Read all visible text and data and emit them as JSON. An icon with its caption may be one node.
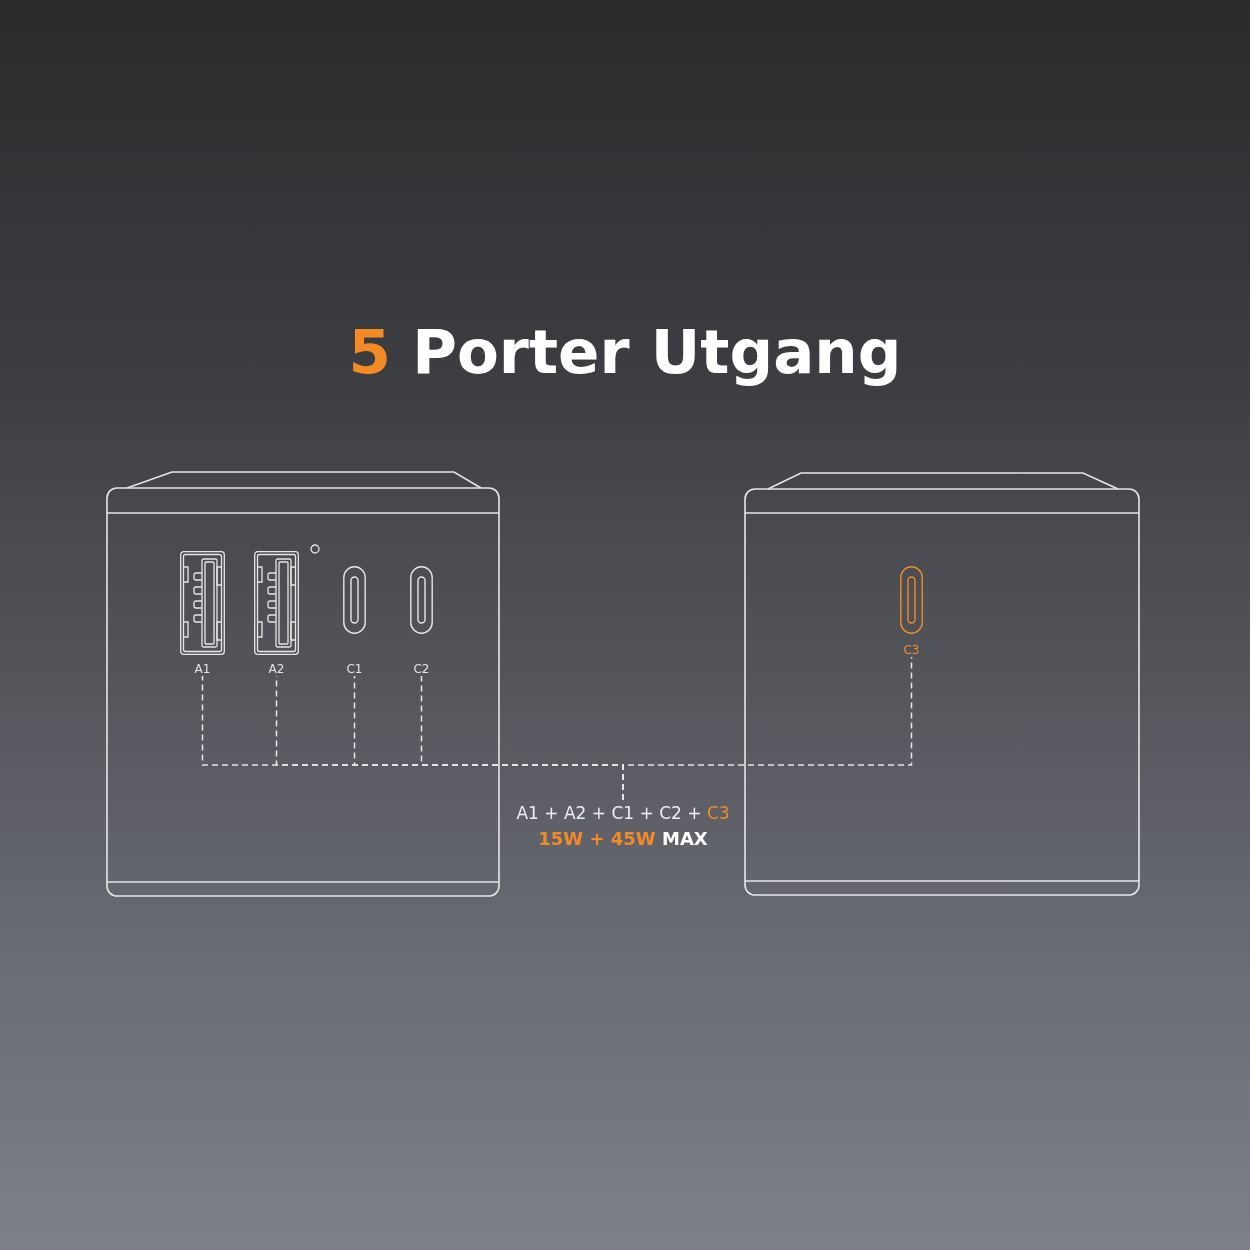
{
  "diagram": {
    "title": "5 Porter Utgang",
    "nodes": [
      {
        "text": [],
        "shape": "box"
      },
      {
        "text": [
          "A1"
        ],
        "in": 0
      },
      {
        "text": [
          "A2"
        ],
        "in": 0
      },
      {
        "text": [
          "C1"
        ],
        "in": 0
      },
      {
        "text": [
          "C2"
        ],
        "in": 0
      },
      {
        "text": [],
        "shape": "box"
      },
      {
        "text": [
          "C3"
        ],
        "in": 5
      },
      {
        "text": [
          "A1 + A2 + C1 + C2 + C3",
          "15W + 45W MAX"
        ]
      }
    ],
    "edges": [
      {
        "from": 1,
        "to": 7,
        "arrow": "none",
        "style": "dashed"
      },
      {
        "from": 2,
        "to": 7,
        "arrow": "none",
        "style": "dashed"
      },
      {
        "from": 3,
        "to": 7,
        "arrow": "none",
        "style": "dashed"
      },
      {
        "from": 4,
        "to": 7,
        "arrow": "none",
        "style": "dashed"
      },
      {
        "from": 6,
        "to": 7,
        "arrow": "none",
        "style": "dashed"
      }
    ]
  }
}
